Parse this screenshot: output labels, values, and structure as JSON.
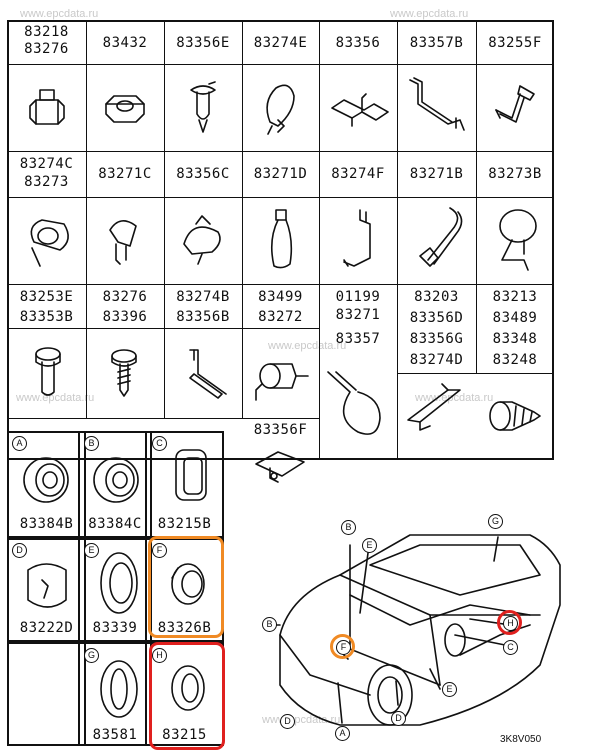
{
  "watermarks": [
    "www.epcdata.ru",
    "www.epcdata.ru",
    "www.epcdata.ru",
    "www.epcdata.ru",
    "www.epcdata.ru",
    "www.epcdata.ru"
  ],
  "row1": [
    [
      "83218",
      "83276"
    ],
    [
      "83432"
    ],
    [
      "83356E"
    ],
    [
      "83274E"
    ],
    [
      "83356"
    ],
    [
      "83357B"
    ],
    [
      "83255F"
    ]
  ],
  "row2": [
    [
      "83274C",
      "83273"
    ],
    [
      "83271C"
    ],
    [
      "83356C"
    ],
    [
      "83271D"
    ],
    [
      "83274F"
    ],
    [
      "83271B"
    ],
    [
      "83273B"
    ]
  ],
  "row3": [
    [
      "83253E",
      "83353B"
    ],
    [
      "83276",
      "83396"
    ],
    [
      "83274B",
      "83356B"
    ],
    [
      "83499",
      "83272"
    ],
    [
      "01199",
      "83271",
      "83357"
    ],
    [
      "83203",
      "83356D",
      "83356G",
      "83274D"
    ],
    [
      "83213",
      "83489",
      "83348",
      "83248"
    ]
  ],
  "row3_extra": "83356F",
  "boxes": [
    {
      "letter": "A",
      "num": "83384B"
    },
    {
      "letter": "B",
      "num": "83384C"
    },
    {
      "letter": "C",
      "num": "83215B"
    },
    {
      "letter": "D",
      "num": "83222D"
    },
    {
      "letter": "E",
      "num": "83339"
    },
    {
      "letter": "F",
      "num": "83326B"
    },
    {
      "letter": "G",
      "num": "83581"
    },
    {
      "letter": "H",
      "num": "83215"
    }
  ],
  "car_labels": [
    "B",
    "E",
    "G",
    "H",
    "F",
    "C",
    "A",
    "D",
    "E"
  ],
  "diagram_code": "3K8V050",
  "highlight_colors": {
    "orange": "#f08a24",
    "red": "#e0201e"
  }
}
